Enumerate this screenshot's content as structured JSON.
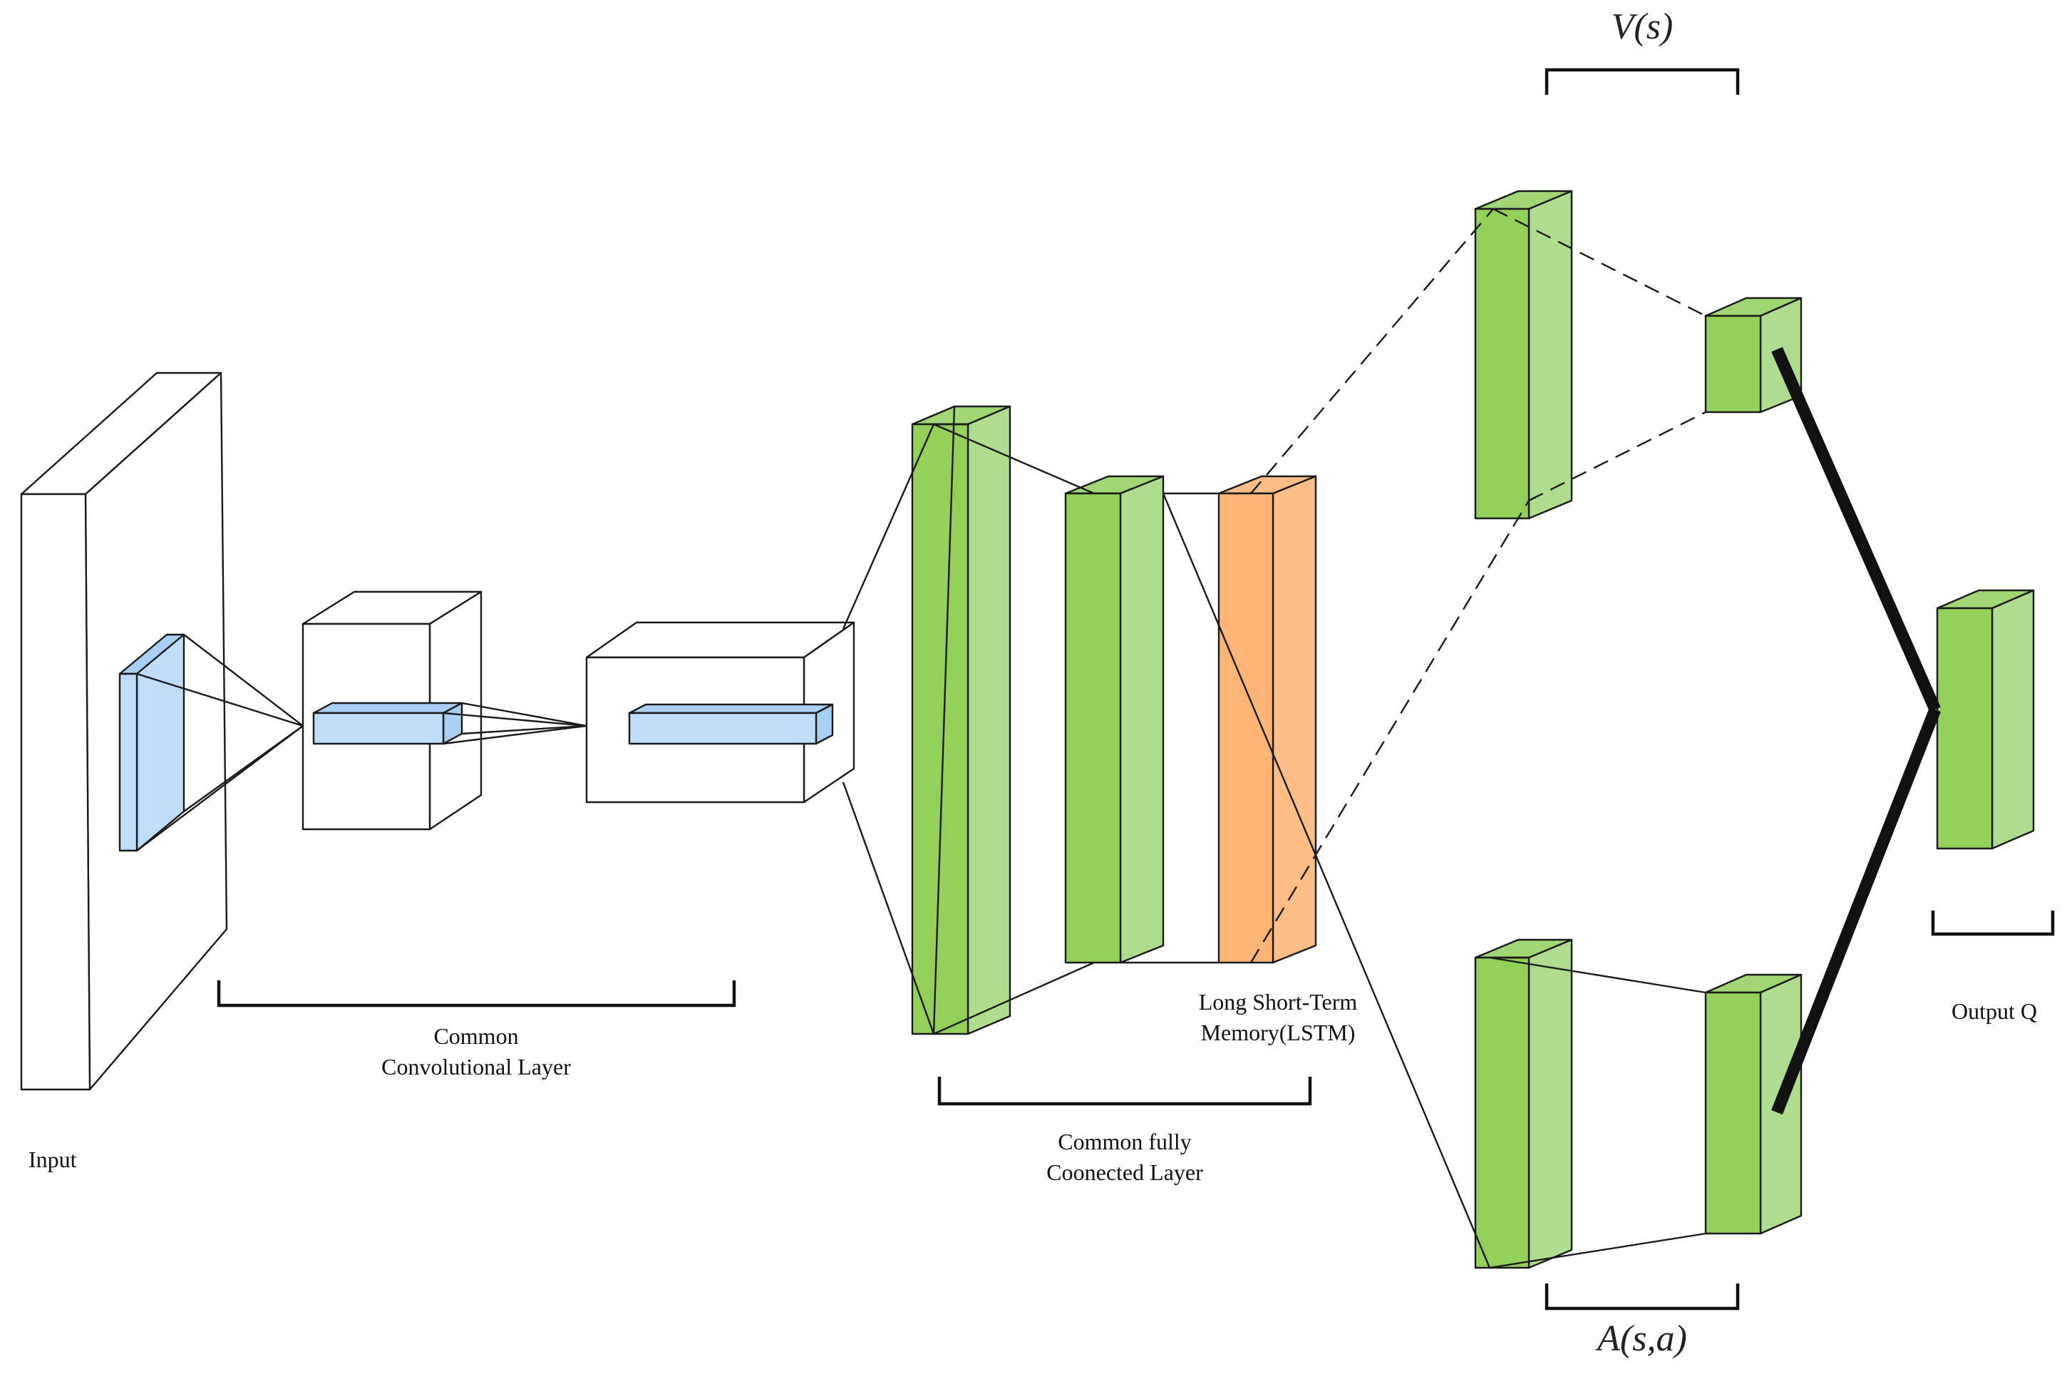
{
  "labels": {
    "input": "Input",
    "conv_line1": "Common",
    "conv_line2": "Convolutional Layer",
    "fc_line1": "Common fully",
    "fc_line2": "Coonected Layer",
    "lstm_line1": "Long Short-Term",
    "lstm_line2": "Memory(LSTM)",
    "output": "Output Q",
    "value": "V(s)",
    "advantage": "A(s,a)"
  },
  "colors": {
    "green_front": "#92D05A",
    "green_side": "#AEDD90",
    "green_top": "#A0D775",
    "orange_front": "#FFB478",
    "orange_side": "#FFBD88",
    "blue_front": "#BDDDFB",
    "blue_side": "#A9CFF5",
    "line": "#1a1a1a"
  }
}
